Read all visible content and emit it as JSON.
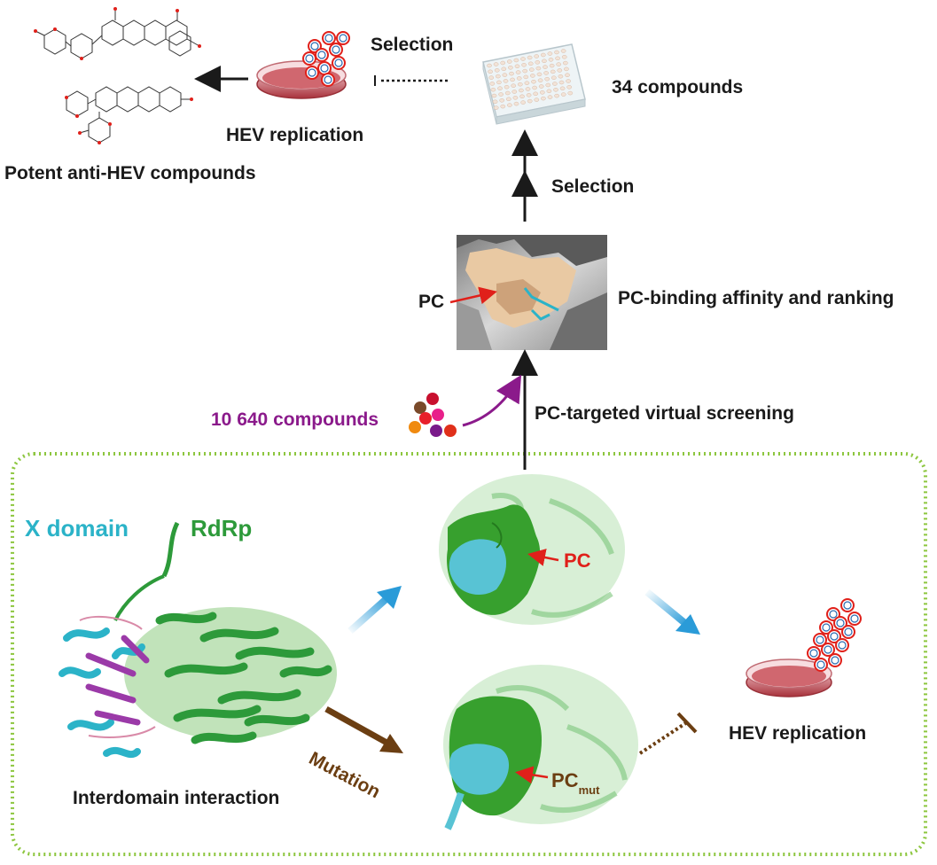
{
  "labels": {
    "selection_top": "Selection",
    "hev_replication_top": "HEV replication",
    "compounds_34": "34 compounds",
    "potent": "Potent anti-HEV compounds",
    "selection_mid": "Selection",
    "pc_label": "PC",
    "pc_binding": "PC-binding affinity and ranking",
    "compounds_10640": "10 640 compounds",
    "pc_targeted": "PC-targeted virtual screening",
    "x_domain": "X domain",
    "rdrp": "RdRp",
    "pc_top_protein": "PC",
    "pc_mut_base": "PC",
    "pc_mut_sub": "mut",
    "mutation": "Mutation",
    "interdomain": "Interdomain interaction",
    "hev_replication_bottom": "HEV replication"
  },
  "colors": {
    "dark": "#1a1a1a",
    "purple": "#8b1a8b",
    "cyan": "#2bb3c8",
    "green": "#2d9a3a",
    "red": "#e0201a",
    "brown": "#6b3e12",
    "border": "#8dc63f",
    "blue_arrow": "#2a9bd8"
  }
}
